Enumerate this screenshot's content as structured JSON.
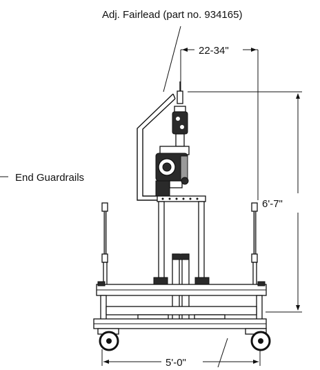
{
  "labels": {
    "fairlead": "Adj. Fairlead (part no. 934165)",
    "guardrails": "End Guardrails",
    "width_range": "22-34\"",
    "height": "6'-7\"",
    "base_width": "5'-0\""
  },
  "colors": {
    "line": "#111111",
    "background": "#ffffff"
  }
}
